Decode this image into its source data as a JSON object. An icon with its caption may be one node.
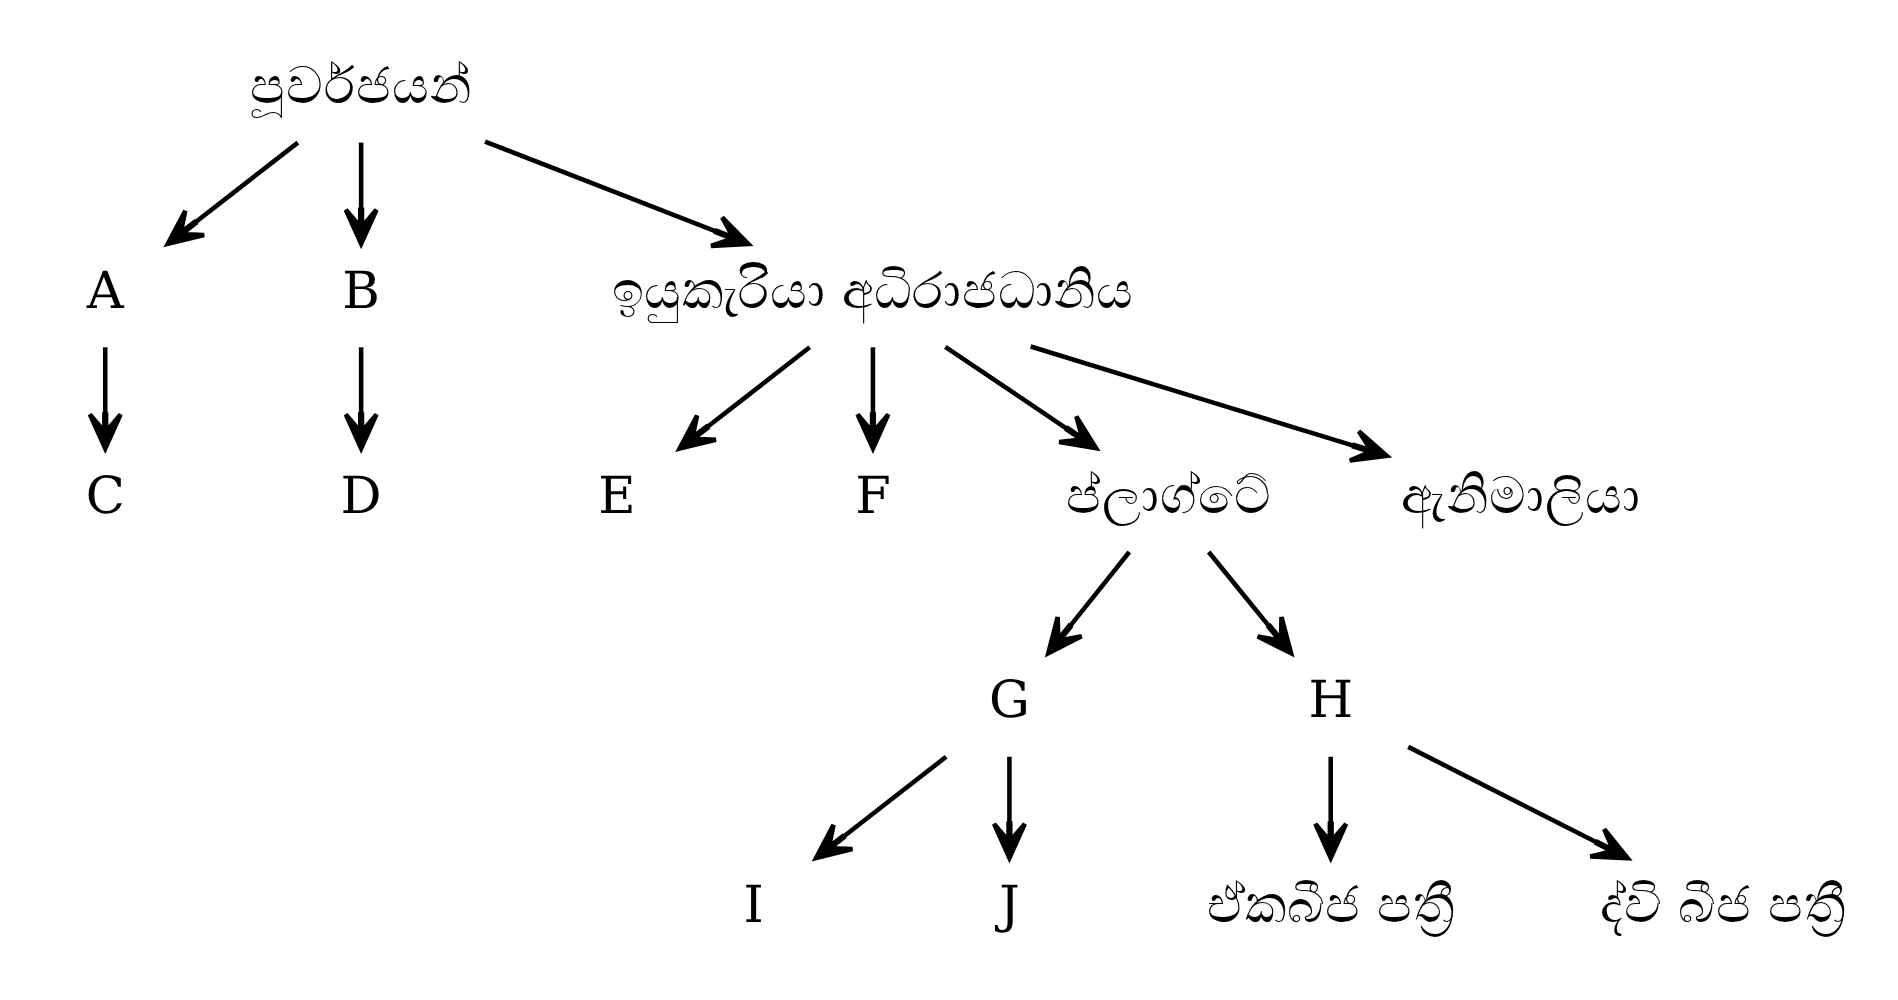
{
  "diagram": {
    "nodes": [
      {
        "text": [
          "පූර්වජයන්"
        ]
      },
      {
        "text": [
          "A"
        ]
      },
      {
        "text": [
          "C"
        ]
      },
      {
        "text": [
          "B"
        ]
      },
      {
        "text": [
          "D"
        ]
      },
      {
        "text": [
          "ඉයුකැරියා අධිරාජධානිය"
        ]
      },
      {
        "text": [
          "E"
        ]
      },
      {
        "text": [
          "F"
        ]
      },
      {
        "text": [
          "ප්ලාග්ටේ"
        ]
      },
      {
        "text": [
          "ඇනිමාලියා"
        ]
      },
      {
        "text": [
          "G"
        ]
      },
      {
        "text": [
          "H"
        ]
      },
      {
        "text": [
          "I"
        ]
      },
      {
        "text": [
          "J"
        ]
      },
      {
        "text": [
          "ඒකබීජ පත්‍රී"
        ]
      },
      {
        "text": [
          "ද්වි බීජ පත්‍රී"
        ]
      }
    ],
    "edges": [
      {
        "from": 0,
        "to": 1,
        "arrow": "to"
      },
      {
        "from": 0,
        "to": 3,
        "arrow": "to"
      },
      {
        "from": 0,
        "to": 5,
        "arrow": "to"
      },
      {
        "from": 1,
        "to": 2,
        "arrow": "to"
      },
      {
        "from": 3,
        "to": 4,
        "arrow": "to"
      },
      {
        "from": 5,
        "to": 6,
        "arrow": "to"
      },
      {
        "from": 5,
        "to": 7,
        "arrow": "to"
      },
      {
        "from": 5,
        "to": 8,
        "arrow": "to"
      },
      {
        "from": 5,
        "to": 9,
        "arrow": "to"
      },
      {
        "from": 8,
        "to": 10,
        "arrow": "to"
      },
      {
        "from": 8,
        "to": 11,
        "arrow": "to"
      },
      {
        "from": 10,
        "to": 12,
        "arrow": "to"
      },
      {
        "from": 10,
        "to": 13,
        "arrow": "to"
      },
      {
        "from": 11,
        "to": 14,
        "arrow": "to"
      },
      {
        "from": 11,
        "to": 15,
        "arrow": "to"
      }
    ]
  }
}
